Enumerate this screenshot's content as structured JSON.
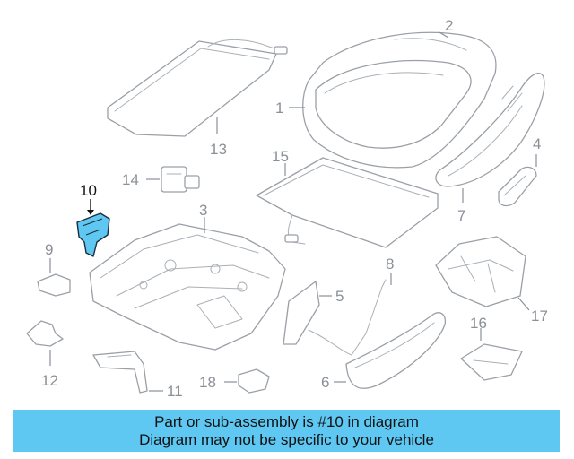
{
  "callouts": {
    "c1": "1",
    "c2": "2",
    "c3": "3",
    "c4": "4",
    "c5": "5",
    "c6": "6",
    "c7": "7",
    "c8": "8",
    "c9": "9",
    "c10": "10",
    "c11": "11",
    "c12": "12",
    "c13": "13",
    "c14": "14",
    "c15": "15",
    "c16": "16",
    "c17": "17",
    "c18": "18"
  },
  "highlighted_part": "10",
  "banner": {
    "line1": "Part or sub-assembly is #10 in diagram",
    "line2": "Diagram may not be specific to your vehicle",
    "color": "#5ec8f2"
  },
  "colors": {
    "highlight_fill": "#5ec8f2",
    "line_art": "#9aa0a6",
    "callout_text": "#8a9096"
  }
}
